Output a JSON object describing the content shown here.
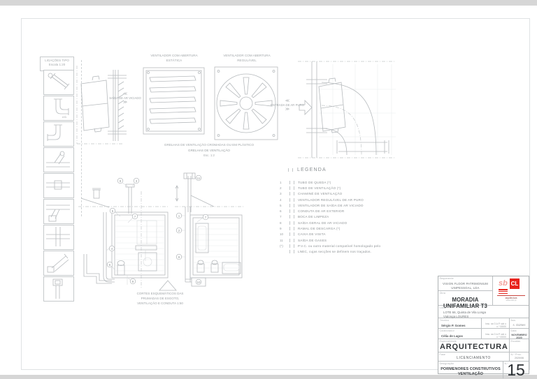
{
  "page": {
    "links_box": {
      "title": "LIGAÇÕES TIPO",
      "scale": "Escala 1:20"
    },
    "pipe_details": {
      "icons": [
        "pipe-diagonal-flange",
        "pipe-elbow-right",
        "pipe-elbow-left",
        "pipe-y-branch-up",
        "pipe-coupling",
        "pipe-y-branch-down",
        "pipe-cross",
        "pipe-diagonal",
        "pipe-vertical-cap"
      ],
      "note": "4 D."
    },
    "vent_labels": {
      "static_1": "VENTILADOR COM ABERTURA",
      "static_2": "ESTÁTICA",
      "adjustable_1": "VENTILADOR COM ABERTURA",
      "adjustable_2": "REGULÁVEL"
    },
    "flow_labels": {
      "exhaust": "SAÍDA DE AR VICIADO",
      "intake": "ENTRADA DE AR PURO",
      "arrow_left": "≪",
      "arrow_right": "≫"
    },
    "grille_captions": {
      "line1": "GRELHAS DE VENTILAÇÃO CROMADAS OU EM PLÁSTICO",
      "line2": "GRELHAS DE VENTILAÇÃO",
      "line3": "Esc. 1:2"
    },
    "legend": {
      "title": "LEGENDA",
      "items": [
        {
          "num": "1",
          "label": "TUBO DE QUEDA (*)"
        },
        {
          "num": "2",
          "label": "TUBO DE VENTILAÇÃO (*)"
        },
        {
          "num": "3",
          "label": "CHAMINÉ DE VENTILAÇÃO"
        },
        {
          "num": "4",
          "label": "VENTILADOR REGULÁVEL DE AR PURO"
        },
        {
          "num": "5",
          "label": "VENTILADOR DE SAÍDA DE AR VICIADO"
        },
        {
          "num": "6",
          "label": "CONDUTA DE AR EXTERIOR"
        },
        {
          "num": "7",
          "label": "BOCA DE LIMPEZA"
        },
        {
          "num": "8",
          "label": "SAÍDA GERAL DE AR VICIADO"
        },
        {
          "num": "9",
          "label": "RAMAL DE DESCARGA (*)"
        },
        {
          "num": "10",
          "label": "CAIXA DE VISITA"
        },
        {
          "num": "11",
          "label": "SAÍDA DE GASES"
        },
        {
          "num": "(*)",
          "label": "P.V.C. ou outro material compatível homologado pelo"
        },
        {
          "num": "",
          "label": "LNEC, cujas secções se definem nos traçados."
        }
      ]
    },
    "sections": {
      "left_callouts": [
        "8",
        "3",
        "5",
        "7",
        "4",
        "6",
        "9"
      ],
      "right_callouts": [
        "11",
        "1",
        "7",
        "2",
        "9",
        "10"
      ],
      "caption_1": "CORTES ESQUEMÁTICOS DAS",
      "caption_2": "PRUMADAS DE ESGOTO,",
      "caption_3": "VENTILAÇÃO E CONDUTA 1:50"
    },
    "titleblock": {
      "client_label": "Requerente",
      "client_line1": "VISION FLOOR PATRIMONIUM",
      "client_line2": "UNIPESSOAL, LDA",
      "logo": {
        "sb": "sb",
        "cl": "CL",
        "tagline": "arquitectura",
        "site": "www.sbcl.pt",
        "red": "#e8241d",
        "pink": "#f2a09b"
      },
      "project_label": "Obra",
      "project": "MORADIA UNIFAMILIAR T3",
      "location_label": "Local",
      "location_line1": "LOTE 66, Quinta de Vila Longa",
      "location_line2": "Vialonga LOURES",
      "tech_label": "Técnico",
      "tech_name": "Sérgio P. Gomes",
      "tech_reg_1": "Insc. na O.A.P. sob o",
      "tech_reg_2": "n.º 00000",
      "sig_label": "Ass.",
      "sig_value": "s. Gomes",
      "draft_label": "Colaborador",
      "draft_name": "Célia de Lagos",
      "draft_reg_1": "Insc. na O.A.P. sob o",
      "draft_reg_2": "n.º 00000",
      "date_label": "Data",
      "date_value": "NOVEMBRO 2020",
      "specialty_label": "Especialidade",
      "specialty": "ARQUITECTURA",
      "scales_label": "Escalas",
      "phase_label": "Fase",
      "phase": "LICENCIAMENTO",
      "proc_label": "N.º Proc.",
      "proc_value": "2020/06",
      "subject_label": "Designação",
      "subject_line1": "PORMENORES CONSTRUTIVOS",
      "subject_line2": "VENTILAÇÃO",
      "number_label": "N.º",
      "sheet_number": "15"
    }
  }
}
